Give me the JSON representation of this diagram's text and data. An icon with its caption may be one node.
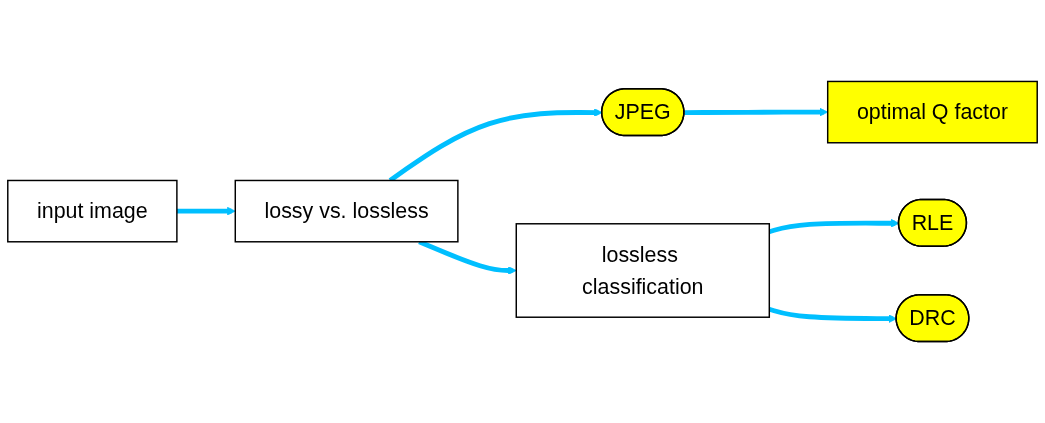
{
  "diagram": {
    "nodes": [
      {
        "text": [
          "input image"
        ]
      },
      {
        "text": [
          "lossy vs. lossless"
        ]
      },
      {
        "text": [
          "JPEG"
        ]
      },
      {
        "text": [
          "optimal Q factor"
        ]
      },
      {
        "text": [
          "lossless classification"
        ]
      },
      {
        "text": [
          "RLE"
        ]
      },
      {
        "text": [
          "DRC"
        ]
      }
    ],
    "edges": [
      {
        "from": 0,
        "to": 1,
        "arrow": "to"
      },
      {
        "from": 1,
        "to": 2,
        "arrow": "to"
      },
      {
        "from": 2,
        "to": 3,
        "arrow": "to"
      },
      {
        "from": 1,
        "to": 4,
        "arrow": "to"
      },
      {
        "from": 4,
        "to": 5,
        "arrow": "to"
      },
      {
        "from": 4,
        "to": 6,
        "arrow": "to"
      }
    ]
  }
}
